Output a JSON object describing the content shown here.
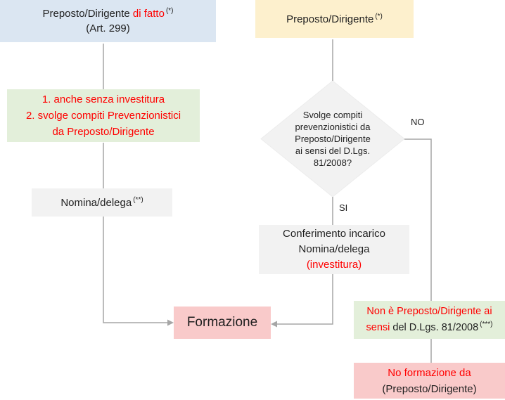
{
  "labels": {
    "no": "NO",
    "si": "SI"
  },
  "boxes": {
    "preposto_di_fatto": {
      "prefix": "Preposto/Dirigente ",
      "highlight": "di fatto",
      "sup": "(*)",
      "line2": "(Art. 299)"
    },
    "preposto": {
      "label": "Preposto/Dirigente",
      "sup": "(*)"
    },
    "criteria": {
      "lines": [
        "1. anche senza investitura",
        "2. svolge compiti Prevenzionistici",
        "da Preposto/Dirigente"
      ]
    },
    "nomina": {
      "label": "Nomina/delega",
      "sup": "(**)"
    },
    "decision": {
      "lines": [
        "Svolge compiti",
        "prevenzionistici da",
        "Preposto/Dirigente",
        "ai sensi del D.Lgs.",
        "81/2008?"
      ]
    },
    "conferimento": {
      "line1": "Conferimento incarico",
      "line2": "Nomina/delega",
      "line3": "(investitura)"
    },
    "formazione": {
      "label": "Formazione"
    },
    "non_preposto": {
      "red": "Non è Preposto/Dirigente ai sensi",
      "black": " del D.Lgs. 81/2008",
      "sup": "(***)"
    },
    "no_formazione": {
      "line1": "No formazione da",
      "line2": "(Preposto/Dirigente)"
    }
  },
  "colors": {
    "box_blue": "#dbe6f2",
    "box_yellow": "#fdf0cd",
    "box_green": "#e3efda",
    "box_gray": "#f2f2f2",
    "box_pink": "#f9caca",
    "text_red": "#ff0000",
    "text_dark": "#1f1f1f",
    "line_gray": "#a6a6a6"
  }
}
